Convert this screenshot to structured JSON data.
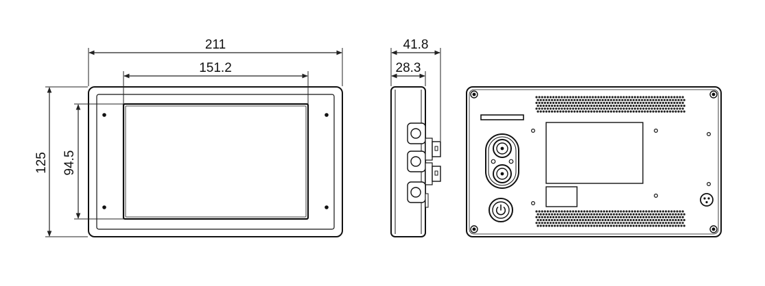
{
  "dimensions": {
    "front_width": "211",
    "screen_width": "151.2",
    "front_height": "125",
    "screen_height": "94.5",
    "side_depth_total": "41.8",
    "side_depth_body": "28.3"
  },
  "colors": {
    "line": "#111111",
    "background": "#ffffff"
  },
  "icons": {
    "power_button": "power-icon"
  }
}
